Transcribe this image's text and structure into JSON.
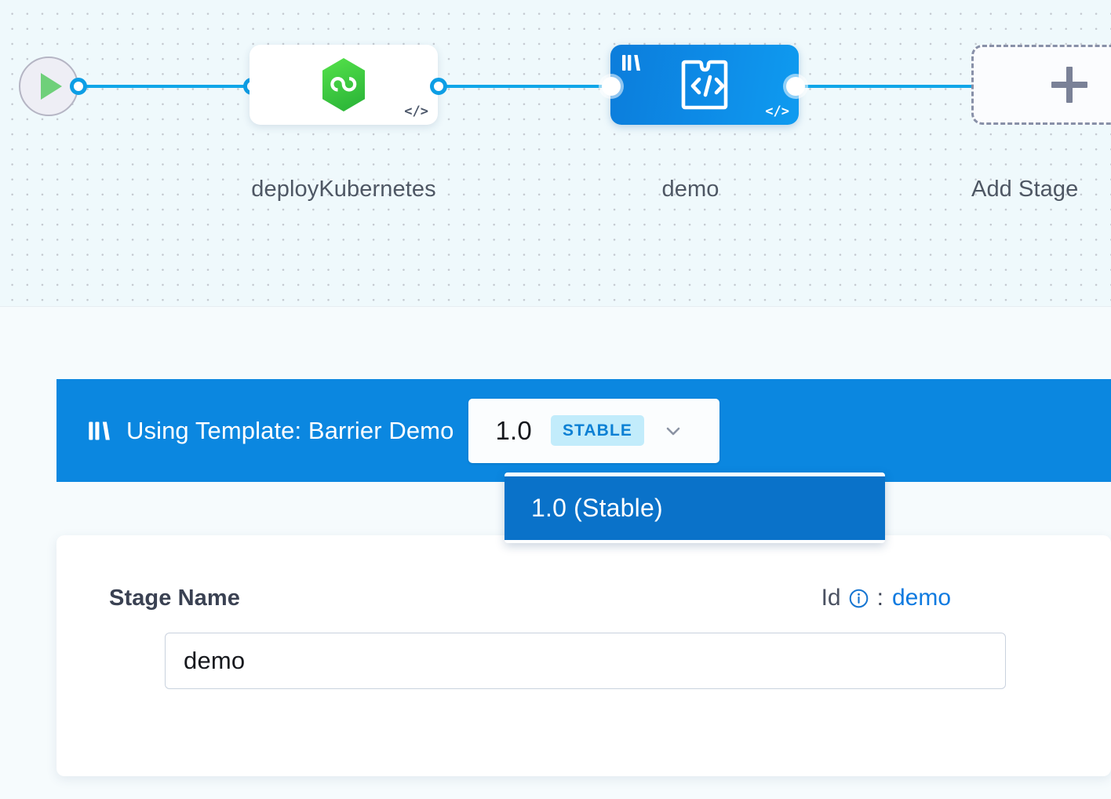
{
  "canvas": {
    "start_node": {
      "icon": "play-icon",
      "label": ""
    },
    "nodes": [
      {
        "id": "deployKubernetes",
        "label": "deployKubernetes",
        "icon": "harness-kubernetes-hexagon-icon",
        "badge": "</>",
        "type": "kubernetes-stage"
      },
      {
        "id": "demo",
        "label": "demo",
        "icon": "custom-stage-puzzle-icon",
        "badge": "</>",
        "template_icon": "template-library-icon",
        "type": "template-stage"
      }
    ],
    "add_stage": {
      "label": "Add Stage",
      "icon": "plus-icon"
    }
  },
  "template_banner": {
    "icon": "template-library-icon",
    "text": "Using Template: Barrier Demo",
    "version_selector": {
      "value": "1.0",
      "badge": "STABLE",
      "chevron": "chevron-down-icon",
      "options": [
        {
          "label": "1.0 (Stable)",
          "selected": true
        }
      ]
    }
  },
  "stage_form": {
    "name_label": "Stage Name",
    "id_label": "Id",
    "id_info_icon": "info-circle-icon",
    "id_separator": ":",
    "id_value": "demo",
    "name_input": {
      "value": "demo",
      "placeholder": "Stage Name"
    }
  },
  "colors": {
    "accent_blue": "#0b87e0",
    "node_blue": "#0d8ae6",
    "menu_selected_blue": "#0a72c9",
    "badge_bg": "#c2ecfb",
    "badge_text": "#0c80d4",
    "canvas_bg": "#eff9fc",
    "wire": "#0fa6e8",
    "k8s_green": "#4ccb44",
    "play_green": "#6fd07a",
    "link_blue": "#0e7ae0"
  }
}
